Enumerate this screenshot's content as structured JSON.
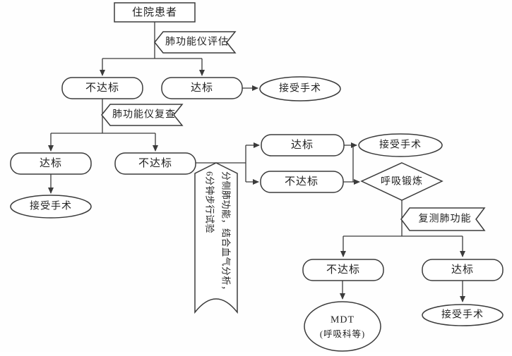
{
  "diagram": {
    "type": "flowchart",
    "language": "zh-CN",
    "colors": {
      "background": "#fefefe",
      "stroke": "#3b3b3b",
      "text": "#1f1f1f",
      "node_fill": "#ffffff"
    },
    "nodes": {
      "inpatient": "住院患者",
      "banner_eval": "肺功能仪评估",
      "fail_1": "不达标",
      "pass_1": "达标",
      "surgery_1": "接受手术",
      "banner_recheck": "肺功能仪复查",
      "pass_2": "达标",
      "fail_2": "不达标",
      "surgery_2": "接受手术",
      "banner_side_line1": "分侧肺功能，结合血气分析，",
      "banner_side_line2": "6分钟步行试验",
      "pass_3": "达标",
      "fail_3": "不达标",
      "surgery_3": "接受手术",
      "diamond_breathing": "呼吸锻炼",
      "banner_retest": "复测肺功能",
      "fail_4": "不达标",
      "pass_4": "达标",
      "mdt_line1": "MDT",
      "mdt_line2": "(呼吸科等)",
      "surgery_4": "接受手术"
    }
  }
}
